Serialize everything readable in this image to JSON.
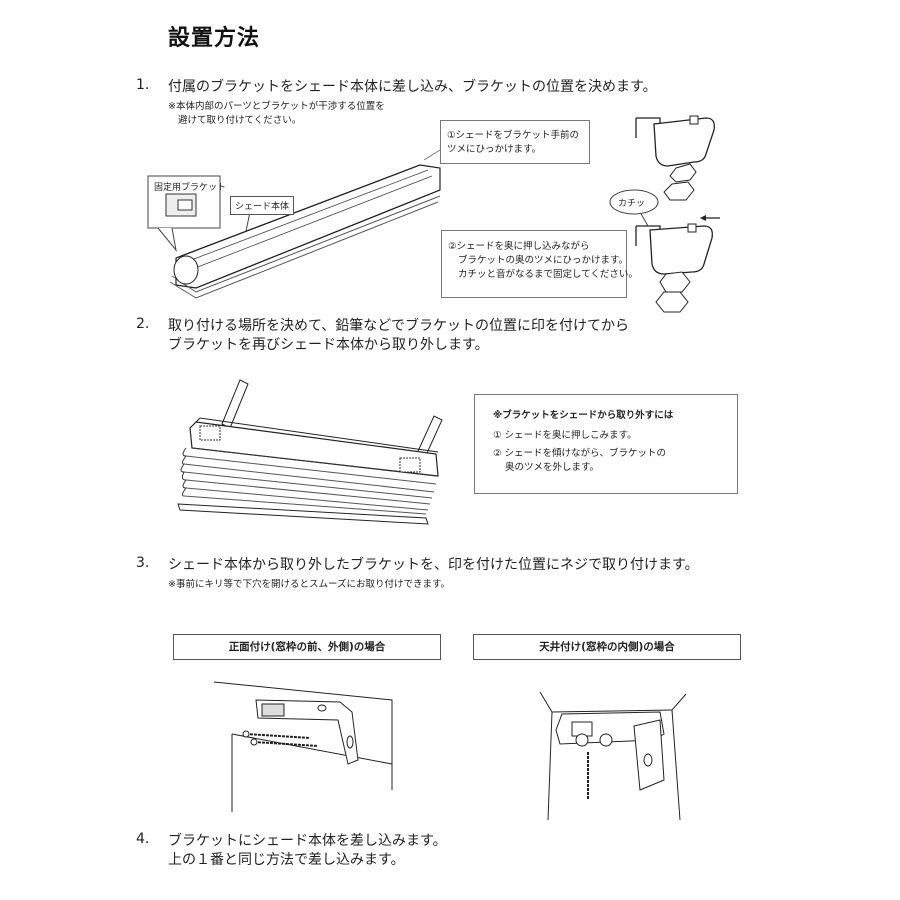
{
  "title": "設置方法",
  "steps": [
    {
      "num": "1.",
      "text": "付属のブラケットをシェード本体に差し込み、ブラケットの位置を決めます。",
      "note_line1": "※本体内部のパーツとブラケットが干渉する位置を",
      "note_line2": "避けて取り付けてください。"
    },
    {
      "num": "2.",
      "line1": "取り付ける場所を決めて、鉛筆などでブラケットの位置に印を付けてから",
      "line2": "ブラケットを再びシェード本体から取り外します。"
    },
    {
      "num": "3.",
      "text": "シェード本体から取り外したブラケットを、印を付けた位置にネジで取り付けます。",
      "note": "※事前にキリ等で下穴を開けるとスムーズにお取り付けできます。"
    },
    {
      "num": "4.",
      "line1": "ブラケットにシェード本体を差し込みます。",
      "line2": "上の１番と同じ方法で差し込みます。"
    }
  ],
  "callouts": {
    "fixed_bracket": "固定用ブラケット",
    "shade_body": "シェード本体",
    "click": "カチッ",
    "hook_front_1": "①シェードをブラケット手前の",
    "hook_front_2": "ツメにひっかけます。",
    "push_1": "②シェードを奥に押し込みながら",
    "push_2": "ブラケットの奥のツメにひっかけます。",
    "push_3": "カチッと音がなるまで固定してください。"
  },
  "removal": {
    "heading": "※ブラケットをシェードから取り外すには",
    "item1": "① シェードを奥に押しこみます。",
    "item2_1": "② シェードを傾けながら、ブラケットの",
    "item2_2": "奥のツメを外します。"
  },
  "mounting": {
    "front": "正面付け(窓枠の前、外側)の場合",
    "ceiling": "天井付け(窓枠の内側)の場合"
  }
}
